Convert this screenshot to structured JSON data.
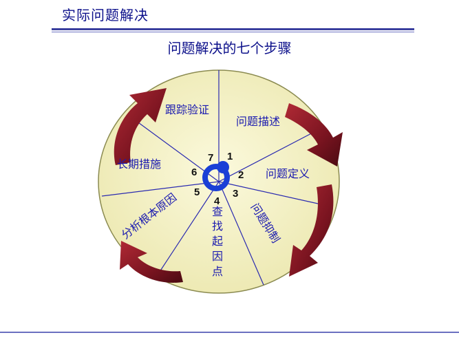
{
  "header": {
    "title": "实际问题解决"
  },
  "diagram": {
    "title": "问题解决的七个步骤",
    "steps": [
      "问题描述",
      "问题定义",
      "问题抑制",
      "查找起因点",
      "分析根本原因",
      "长期措施",
      "跟踪验证"
    ],
    "numbers": [
      "1",
      "2",
      "3",
      "4",
      "5",
      "6",
      "7"
    ],
    "vertical_chars": [
      "查",
      "找",
      "起",
      "因",
      "点"
    ]
  },
  "colors": {
    "title": "#0b0f8a",
    "label": "#1a1ab0",
    "wheel_fill": "#f7f4c9",
    "arrow": "#8b1a24",
    "hub": "#1a3fd6"
  }
}
